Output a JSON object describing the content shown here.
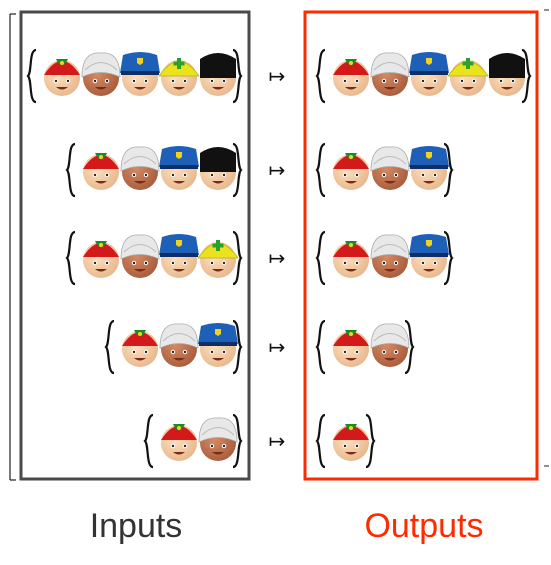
{
  "colors": {
    "input_border": "#4a4a4a",
    "output_border": "#ff2a00",
    "input_label": "#333333",
    "output_label": "#ff2a00"
  },
  "labels": {
    "inputs": "Inputs",
    "outputs": "Outputs"
  },
  "arrow_symbol": "↦",
  "icon_names": {
    "red-cap": "red-cap-face-icon",
    "turban": "turban-face-icon",
    "police": "police-face-icon",
    "helmet": "rescue-helmet-face-icon",
    "guard": "guard-face-icon"
  },
  "rows": [
    {
      "inputs": [
        "red-cap",
        "turban",
        "police",
        "helmet",
        "guard"
      ],
      "outputs": [
        "red-cap",
        "turban",
        "police",
        "helmet",
        "guard"
      ]
    },
    {
      "inputs": [
        "red-cap",
        "turban",
        "police",
        "guard"
      ],
      "outputs": [
        "red-cap",
        "turban",
        "police"
      ]
    },
    {
      "inputs": [
        "red-cap",
        "turban",
        "police",
        "helmet"
      ],
      "outputs": [
        "red-cap",
        "turban",
        "police"
      ]
    },
    {
      "inputs": [
        "red-cap",
        "turban",
        "police"
      ],
      "outputs": [
        "red-cap",
        "turban"
      ]
    },
    {
      "inputs": [
        "red-cap",
        "turban"
      ],
      "outputs": [
        "red-cap"
      ]
    }
  ]
}
